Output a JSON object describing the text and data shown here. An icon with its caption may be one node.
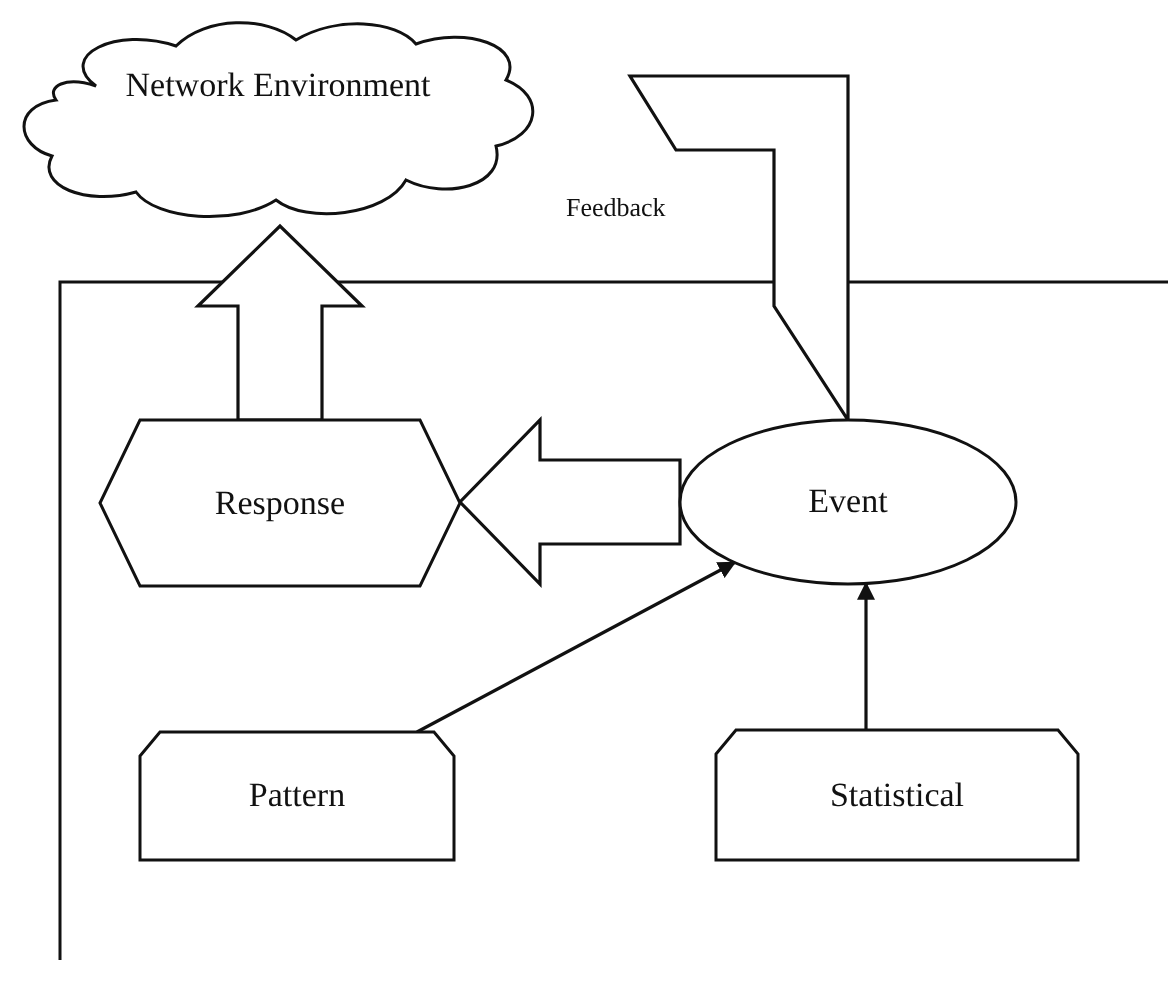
{
  "diagram": {
    "nodes": [
      {
        "text": [
          "Network Environment"
        ]
      },
      {
        "text": [
          "Response"
        ]
      },
      {
        "text": [
          "Event"
        ]
      },
      {
        "text": [
          "Pattern"
        ]
      },
      {
        "text": [
          "Statistical"
        ]
      }
    ],
    "edges": [
      {
        "from": 1,
        "to": 0,
        "arrow": "to",
        "style": "thick"
      },
      {
        "from": 2,
        "to": 1,
        "arrow": "to",
        "style": "thick"
      },
      {
        "from": 3,
        "to": 2,
        "arrow": "to"
      },
      {
        "from": 4,
        "to": 2,
        "arrow": "to"
      },
      {
        "from": null,
        "to": 2,
        "arrow": "to",
        "style": "thick",
        "label": "Feedback"
      }
    ]
  }
}
